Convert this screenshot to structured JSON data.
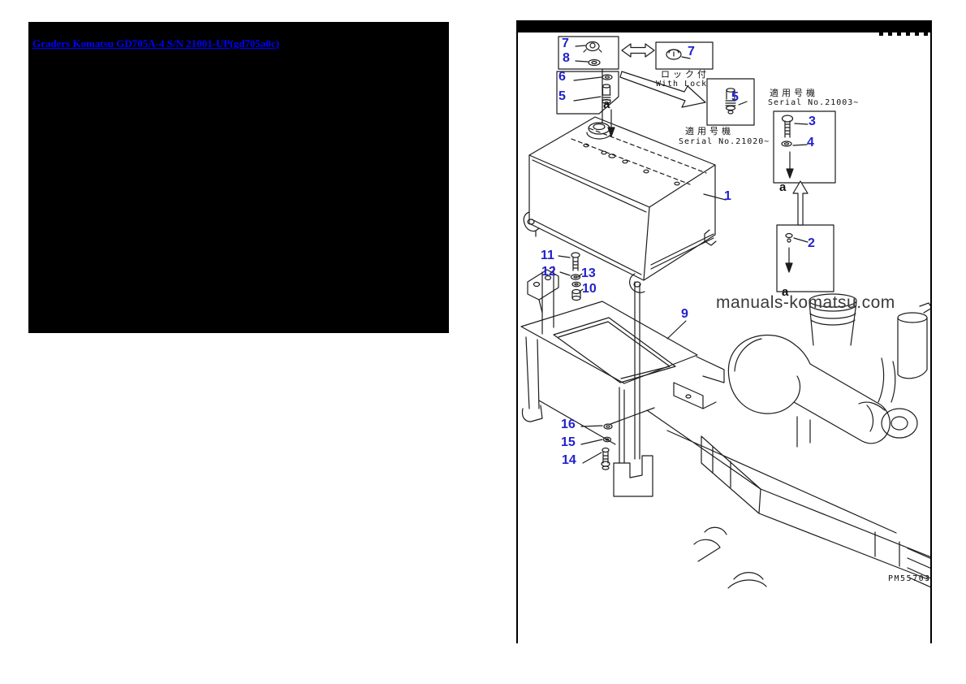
{
  "page": {
    "background_color": "#ffffff"
  },
  "left_panel": {
    "background_color": "#000000",
    "link": {
      "text": "Graders Komatsu GD705A-4 S/N 21001-UP(gd705a0c)",
      "color": "#0000ff"
    }
  },
  "diagram": {
    "border_color": "#000000",
    "line_color": "#1c1c1c",
    "callout_color": "#2222cc",
    "watermark": "manuals-komatsu.com",
    "plate_number": "PM55703",
    "annotations": {
      "with_lock_jp": "ロック付",
      "with_lock_en": "With Lock",
      "serial_label_jp_1": "適用号機",
      "serial_value_1": "Serial No.21020~",
      "serial_label_jp_2": "適用号機",
      "serial_value_2": "Serial No.21003~"
    },
    "callouts": [
      {
        "ref": "7"
      },
      {
        "ref": "8"
      },
      {
        "ref": "7"
      },
      {
        "ref": "6"
      },
      {
        "ref": "5"
      },
      {
        "ref": "5"
      },
      {
        "ref": "3"
      },
      {
        "ref": "4"
      },
      {
        "ref": "2"
      },
      {
        "ref": "1"
      },
      {
        "ref": "9"
      },
      {
        "ref": "11"
      },
      {
        "ref": "12"
      },
      {
        "ref": "13"
      },
      {
        "ref": "10"
      },
      {
        "ref": "16"
      },
      {
        "ref": "15"
      },
      {
        "ref": "14"
      }
    ],
    "view_letters": [
      {
        "ref": "a"
      },
      {
        "ref": "a"
      },
      {
        "ref": "a"
      }
    ]
  }
}
